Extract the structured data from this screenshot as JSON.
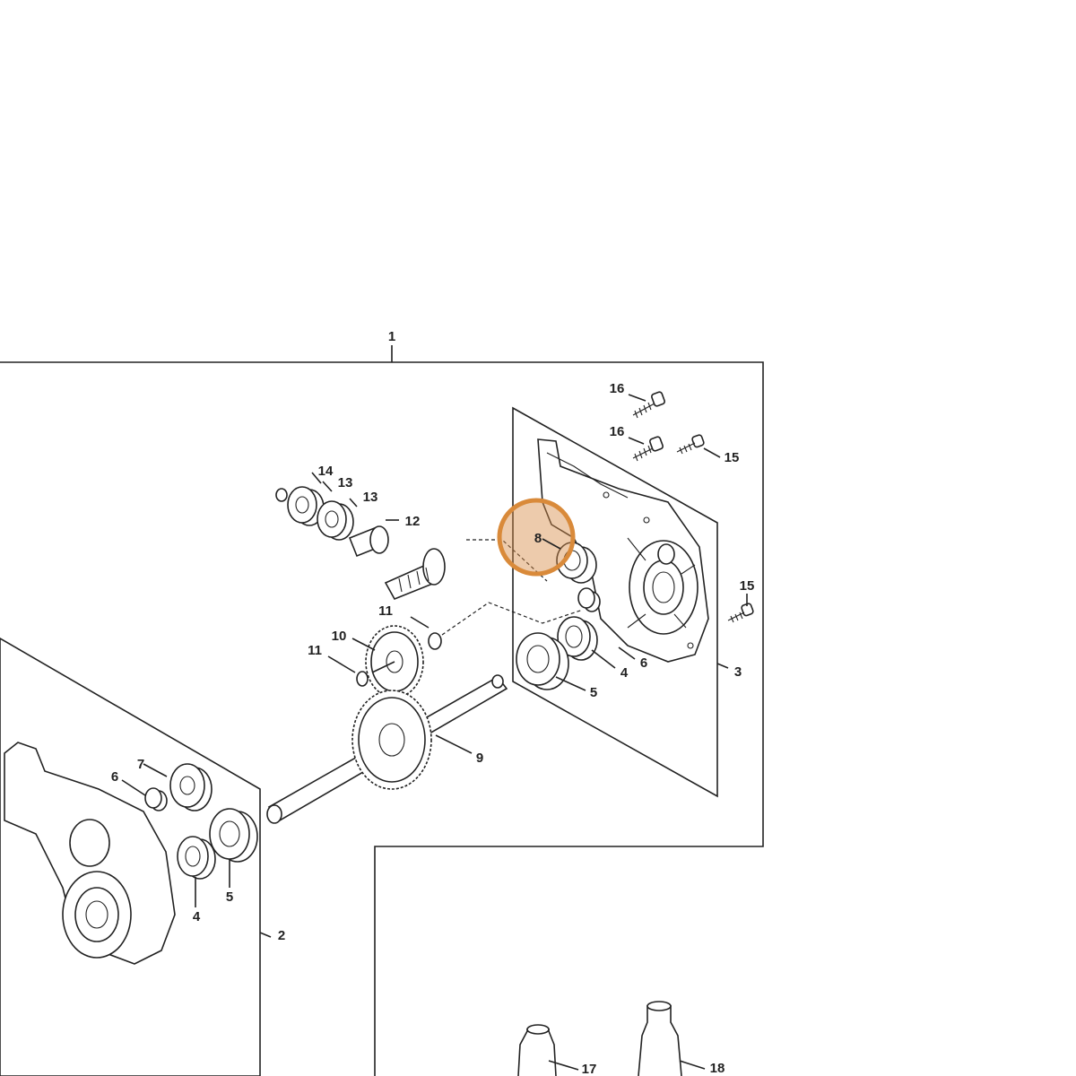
{
  "callouts": {
    "c1": "1",
    "c2": "2",
    "c3": "3",
    "c4a": "4",
    "c4b": "4",
    "c5a": "5",
    "c5b": "5",
    "c6a": "6",
    "c6b": "6",
    "c7": "7",
    "c8": "8",
    "c9": "9",
    "c10": "10",
    "c11a": "11",
    "c11b": "11",
    "c12": "12",
    "c13a": "13",
    "c13b": "13",
    "c14": "14",
    "c15a": "15",
    "c15b": "15",
    "c16a": "16",
    "c16b": "16",
    "c17": "17",
    "c18": "18"
  },
  "highlight": {
    "part": "8",
    "color": "#d98a3a"
  }
}
